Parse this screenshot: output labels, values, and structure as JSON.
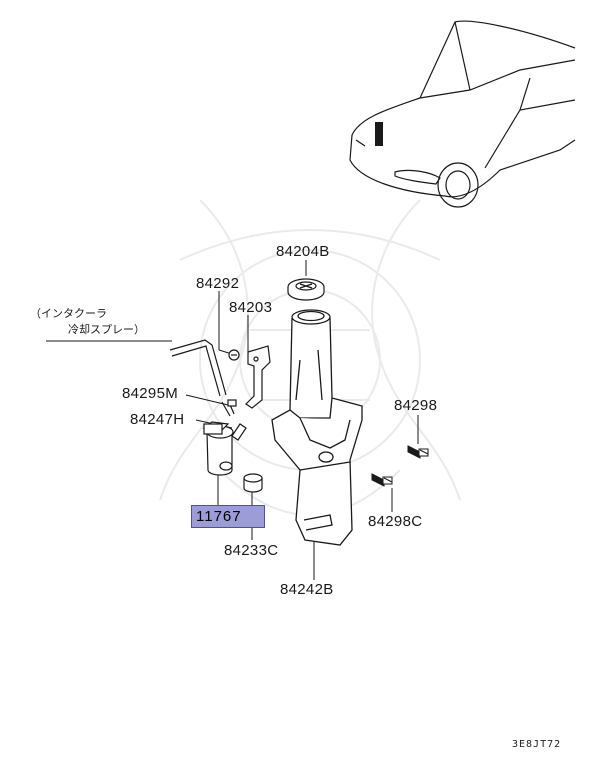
{
  "diagram": {
    "parts": [
      {
        "id": "84204B",
        "label": "84204B"
      },
      {
        "id": "84292",
        "label": "84292"
      },
      {
        "id": "84203",
        "label": "84203"
      },
      {
        "id": "84295M",
        "label": "84295M"
      },
      {
        "id": "84247H",
        "label": "84247H"
      },
      {
        "id": "84298",
        "label": "84298"
      },
      {
        "id": "84298C",
        "label": "84298C"
      },
      {
        "id": "84233C",
        "label": "84233C"
      },
      {
        "id": "84242B",
        "label": "84242B"
      }
    ],
    "highlighted_part": "11767",
    "note_line1": "（インタクーラ",
    "note_line2": "冷却スプレー）",
    "diagram_code": "3E8JT72"
  }
}
